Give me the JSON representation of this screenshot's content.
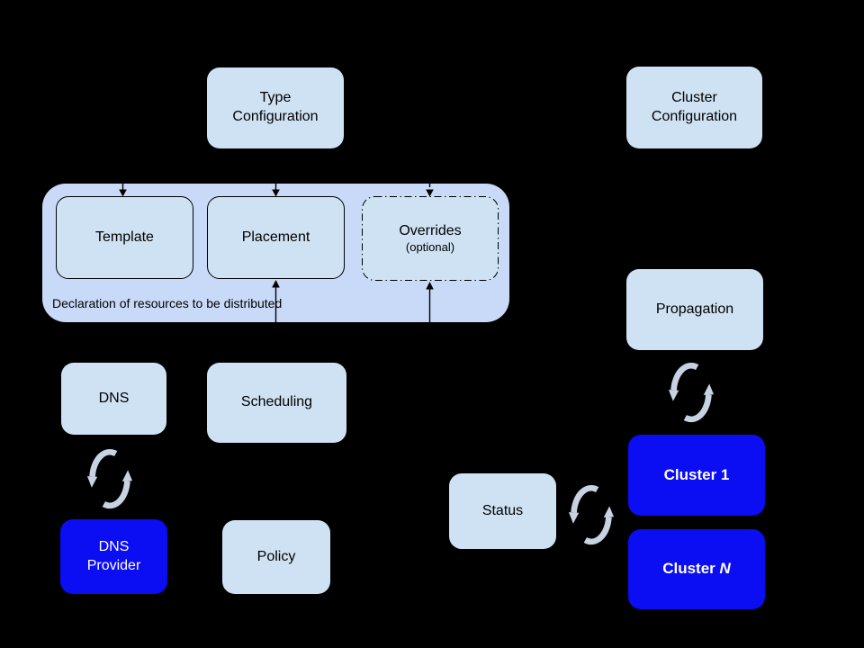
{
  "colors": {
    "background": "#000000",
    "group_fill": "#c9daf8",
    "node_fill": "#cfe2f3",
    "highlight_fill": "#0b0df2",
    "node_text": "#000000",
    "highlight_text": "#ffffff",
    "connector": "#000000",
    "sync_icon": "#c7d3e2"
  },
  "icons": {
    "sync": "two-curved-arrows-cycle"
  },
  "container": {
    "caption": "Declaration of resources to be distributed"
  },
  "nodes": {
    "type_config": {
      "line1": "Type",
      "line2": "Configuration"
    },
    "cluster_config": {
      "line1": "Cluster",
      "line2": "Configuration"
    },
    "template": {
      "label": "Template"
    },
    "placement": {
      "label": "Placement"
    },
    "overrides": {
      "label": "Overrides",
      "note": "(optional)"
    },
    "dns": {
      "label": "DNS"
    },
    "scheduling": {
      "label": "Scheduling"
    },
    "propagation": {
      "label": "Propagation"
    },
    "status": {
      "label": "Status"
    },
    "policy": {
      "label": "Policy"
    },
    "dns_provider": {
      "line1": "DNS",
      "line2": "Provider"
    },
    "cluster_1": {
      "label": "Cluster 1"
    },
    "cluster_n": {
      "prefix": "Cluster ",
      "italic": "N"
    }
  }
}
